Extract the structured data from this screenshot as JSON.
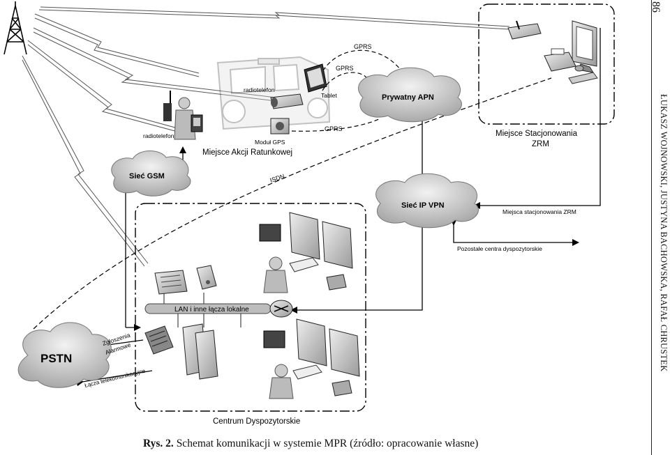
{
  "page": {
    "number": "86",
    "running_header": "ŁUKASZ WOJNOWSKI, JUSTYNA BACHOWSKA, RAFAŁ CHRUSTEK"
  },
  "caption": {
    "label": "Rys. 2.",
    "text": "Schemat komunikacji w systemie MPR (źródło: opracowanie własne)"
  },
  "diagram": {
    "clouds": {
      "gsm": "Sieć GSM",
      "apn": "Prywatny APN",
      "vpn": "Sieć IP VPN",
      "pstn": "PSTN"
    },
    "zones": {
      "action": "Miejsce Akcji Ratunkowej",
      "station_line1": "Miejsce Stacjonowania",
      "station_line2": "ZRM",
      "dispatch": "Centrum Dyspozytorskie"
    },
    "devices": {
      "radio_vehicle": "radiotelefon",
      "radio_handheld": "radiotelefon",
      "tablet": "Tablet",
      "gps": "Moduł GPS"
    },
    "links": {
      "gprs_top": "GPRS",
      "gprs_mid": "GPRS",
      "gprs_low": "GPRS",
      "isdn": "ISDN",
      "lan": "LAN i inne łącza lokalne",
      "station_link": "Miejsca stacjonowania ZRM",
      "other_centres": "Pozostałe centra dyspozytorskie",
      "alarms_line1": "Zgłoszenia",
      "alarms_line2": "Alarmowe",
      "telecom": "Łącza telekomunikacyjne"
    }
  }
}
